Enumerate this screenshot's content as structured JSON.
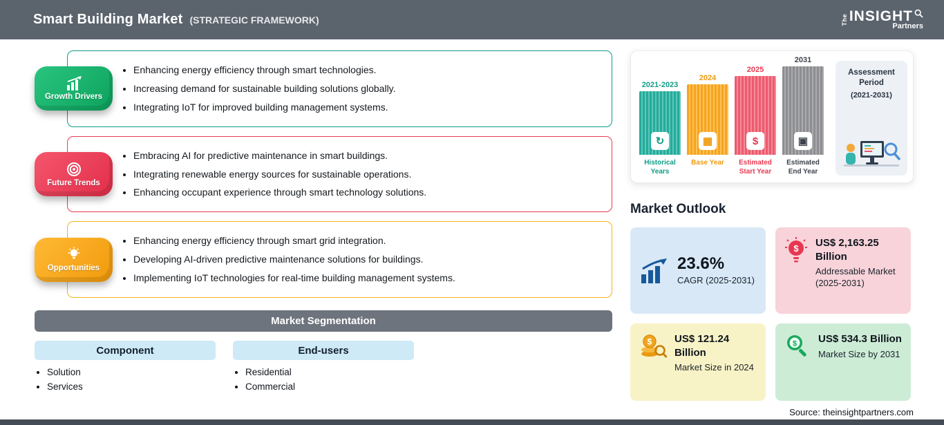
{
  "header": {
    "title": "Smart Building Market",
    "subtitle": "(STRATEGIC FRAMEWORK)",
    "logo": {
      "the": "The",
      "name": "INSIGHT",
      "sub": "Partners"
    }
  },
  "sections": [
    {
      "label": "Growth Drivers",
      "bullets": [
        "Enhancing energy efficiency through smart technologies.",
        "Increasing demand for sustainable building solutions globally.",
        "Integrating IoT for improved building management systems."
      ]
    },
    {
      "label": "Future Trends",
      "bullets": [
        "Embracing AI for predictive maintenance in smart buildings.",
        "Integrating renewable energy sources for sustainable operations.",
        "Enhancing occupant experience through smart technology solutions."
      ]
    },
    {
      "label": "Opportunities",
      "bullets": [
        "Enhancing energy efficiency through smart grid integration.",
        "Developing AI-driven predictive maintenance solutions for buildings.",
        "Implementing IoT technologies for real-time building management systems."
      ]
    }
  ],
  "segmentation": {
    "title": "Market Segmentation",
    "columns": [
      {
        "header": "Component",
        "items": [
          "Solution",
          "Services"
        ]
      },
      {
        "header": "End-users",
        "items": [
          "Residential",
          "Commercial"
        ]
      }
    ]
  },
  "timeline": {
    "bars": [
      {
        "year": "2021-2023",
        "label": "Historical Years",
        "icon": "history-clock-icon",
        "glyph": "↻"
      },
      {
        "year": "2024",
        "label": "Base Year",
        "icon": "calendar-icon",
        "glyph": "▦"
      },
      {
        "year": "2025",
        "label": "Estimated Start Year",
        "icon": "money-icon",
        "glyph": "$"
      },
      {
        "year": "2031",
        "label": "Estimated End Year",
        "icon": "screen-icon",
        "glyph": "▣"
      }
    ],
    "assessment": {
      "title": "Assessment Period",
      "range": "(2021-2031)"
    }
  },
  "outlook": {
    "title": "Market Outlook",
    "cards": [
      {
        "value": "23.6%",
        "desc": "CAGR (2025-2031)"
      },
      {
        "value": "US$ 2,163.25 Billion",
        "desc": "Addressable Market (2025-2031)"
      },
      {
        "value": "US$ 121.24 Billion",
        "desc": "Market Size in 2024"
      },
      {
        "value": "US$ 534.3 Billion",
        "desc": "Market Size by 2031"
      }
    ]
  },
  "source": "Source: theinsightpartners.com",
  "colors": {
    "header_bg": "#5b636d",
    "growth_green": "#17b26a",
    "trends_red": "#e83a52",
    "opportunities_orange": "#f3a31e",
    "segmentation_gray": "#6d747d",
    "light_blue": "#cfeaf7",
    "card_blue": "#d8e8f6",
    "card_pink": "#f8d3da",
    "card_yellow": "#f8f3c6",
    "card_green": "#cdecd6"
  }
}
